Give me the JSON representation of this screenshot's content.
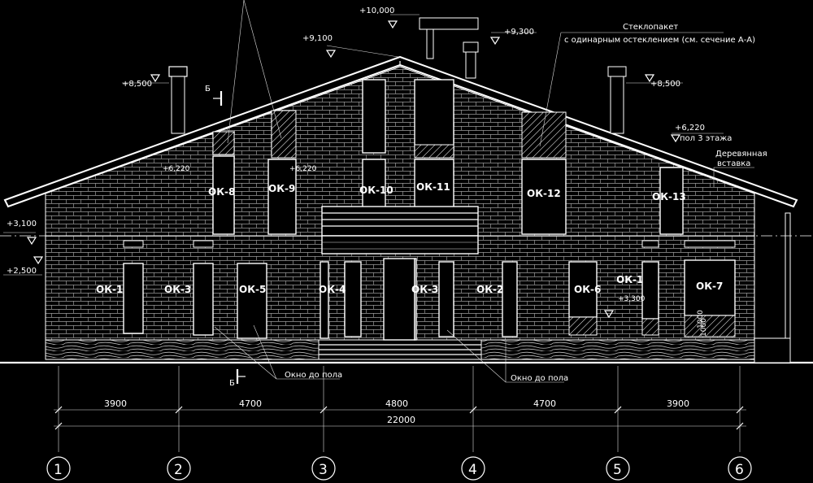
{
  "elevations": {
    "top": "+10,000",
    "ridge": "+9,100",
    "chimney_center": "+9,300",
    "chimney_left": "+8,500",
    "chimney_right": "+8,500",
    "floor3": "+6,220",
    "left_3100": "+3,100",
    "left_2500": "+2,500",
    "inner_left": "+6,220",
    "inner_center": "+6,220",
    "inner_small": "+3,300"
  },
  "notes": {
    "floor3_label": "пол 3 этажа",
    "glazing_1": "Стеклопакет",
    "glazing_2": "с одинарным остеклением (см. сечение А-А)",
    "wood_1": "Деревянная",
    "wood_2": "вставка",
    "window_floor_left": "Окно до пола",
    "window_floor_right": "Окно до пола",
    "section_mark_top": "Б",
    "section_mark_bottom": "Б",
    "sill_dim": "1000",
    "sill_dim_right": "1000"
  },
  "windows": {
    "ok8": "ОК-8",
    "ok9": "ОК-9",
    "ok10": "ОК-10",
    "ok11": "ОК-11",
    "ok12": "ОК-12",
    "ok13": "ОК-13",
    "ok1a": "ОК-1",
    "ok3a": "ОК-3",
    "ok5": "ОК-5",
    "ok4": "ОК-4",
    "ok3b": "ОК-3",
    "ok2": "ОК-2",
    "ok6": "ОК-6",
    "ok1b": "ОК-1",
    "ok7": "ОК-7"
  },
  "dimensions": {
    "d1": "3900",
    "d2": "4700",
    "d3": "4800",
    "d4": "4700",
    "d5": "3900",
    "total": "22000"
  },
  "axes": [
    "1",
    "2",
    "3",
    "4",
    "5",
    "6"
  ],
  "colors": {
    "background": "#000000",
    "lines": "#ffffff"
  }
}
